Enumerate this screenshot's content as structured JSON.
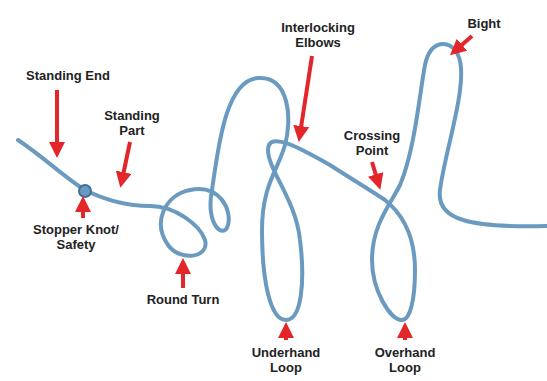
{
  "diagram": {
    "labels": [
      "Standing End",
      "Standing Part",
      "Stopper Knot/ Safety",
      "Round Turn",
      "Interlocking Elbows",
      "Crossing Point",
      "Bight",
      "Underhand Loop",
      "Overhand Loop"
    ]
  }
}
